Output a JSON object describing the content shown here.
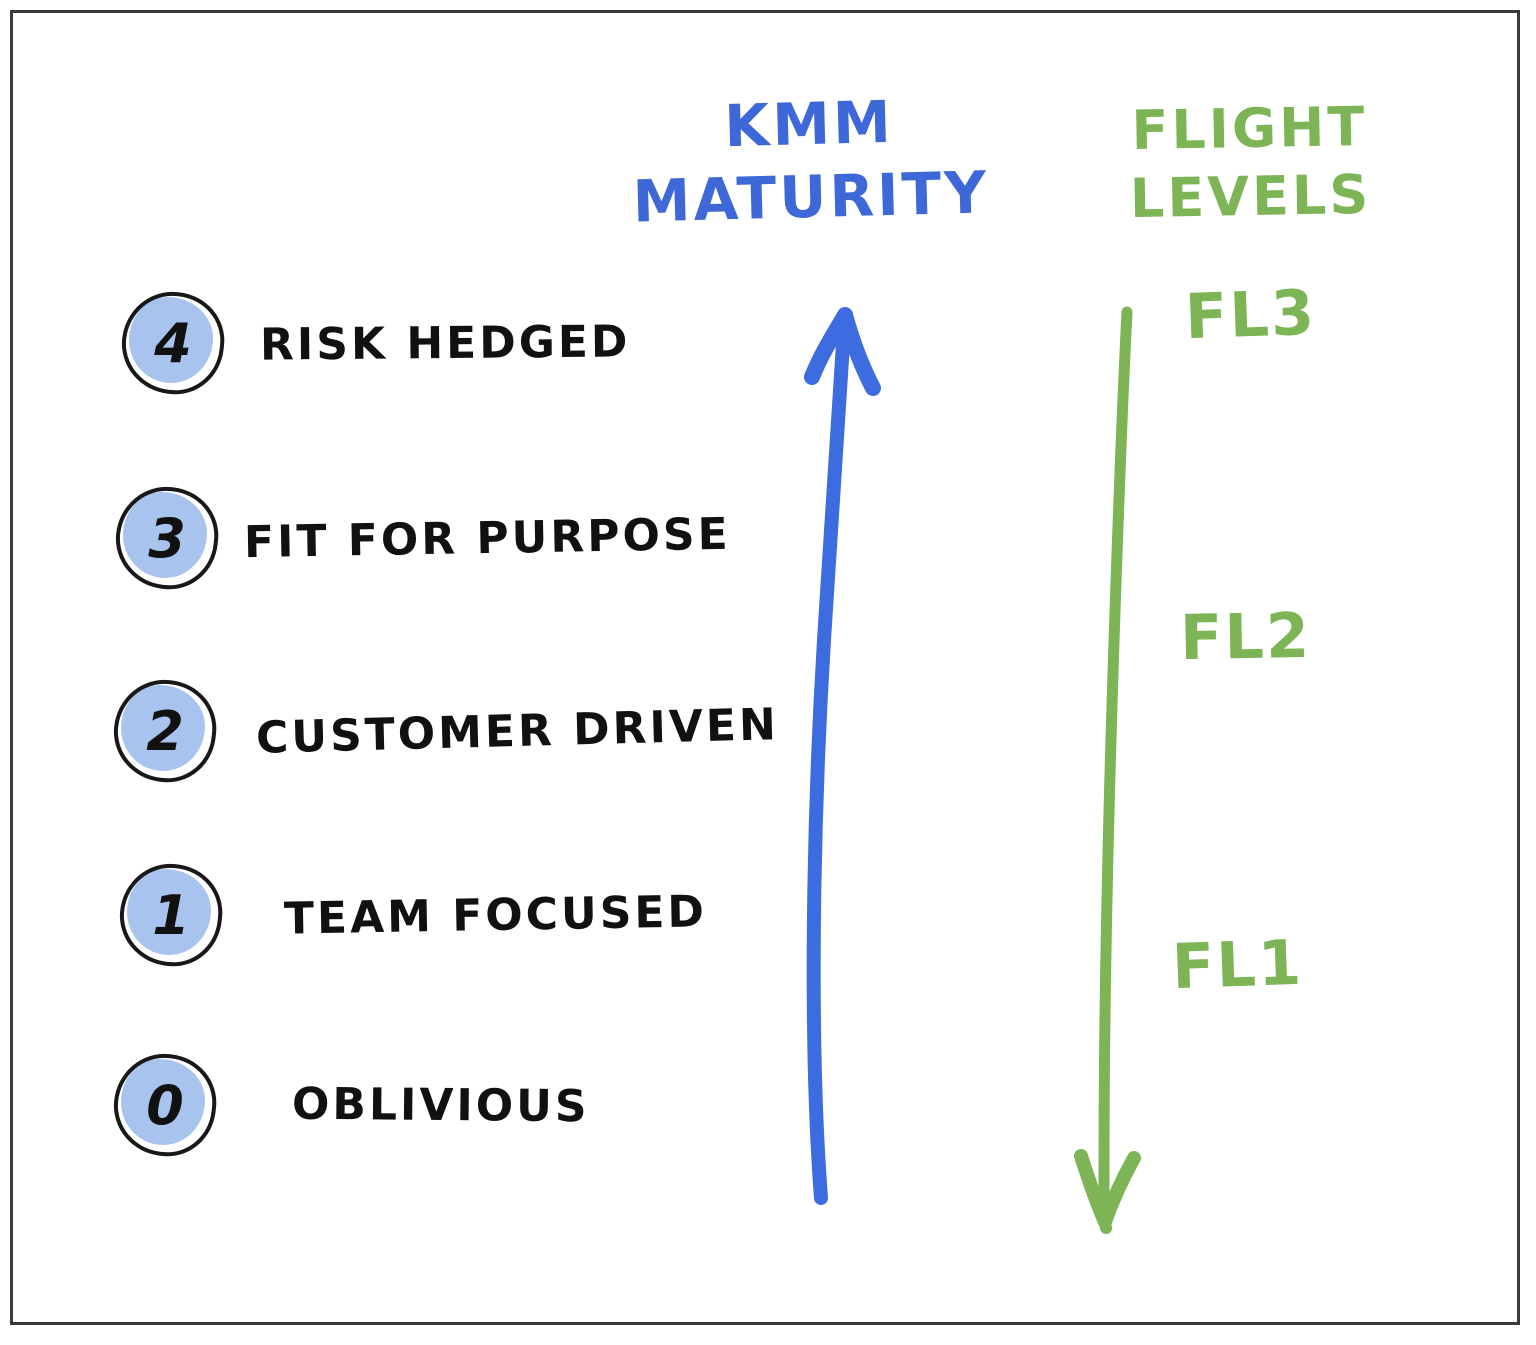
{
  "diagram": {
    "kmm_axis": {
      "title_line1": "KMM",
      "title_line2": "MATURITY",
      "color": "#3E68D8",
      "direction": "up"
    },
    "flight_axis": {
      "title_line1": "FLIGHT",
      "title_line2": "LEVELS",
      "color": "#7CB456",
      "direction": "down",
      "levels": [
        {
          "label": "FL3"
        },
        {
          "label": "FL2"
        },
        {
          "label": "FL1"
        }
      ]
    },
    "maturity_levels": [
      {
        "number": "4",
        "label": "RISK HEDGED"
      },
      {
        "number": "3",
        "label": "FIT FOR PURPOSE"
      },
      {
        "number": "2",
        "label": "CUSTOMER DRIVEN"
      },
      {
        "number": "1",
        "label": "TEAM FOCUSED"
      },
      {
        "number": "0",
        "label": "OBLIVIOUS"
      }
    ],
    "badge_fill_color": "#A8C4EE",
    "ink_color": "#1A1A1A"
  }
}
